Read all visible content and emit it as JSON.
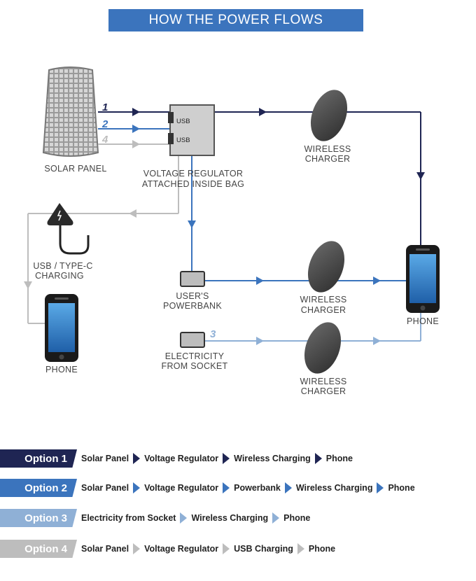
{
  "title": "HOW THE POWER FLOWS",
  "colors": {
    "opt1": "#1f2553",
    "opt2": "#3b74bd",
    "opt3": "#8fb0d6",
    "opt4": "#bdbdbd"
  },
  "labels": {
    "solar_panel": "SOLAR PANEL",
    "regulator_1": "VOLTAGE REGULATOR",
    "regulator_2": "ATTACHED INSIDE BAG",
    "usb_top": "USB",
    "usb_bottom": "USB",
    "wireless_1a": "WIRELESS",
    "wireless_1b": "CHARGER",
    "wireless_2a": "WIRELESS",
    "wireless_2b": "CHARGER",
    "wireless_3a": "WIRELESS",
    "wireless_3b": "CHARGER",
    "usb_charging_1": "USB / TYPE-C",
    "usb_charging_2": "CHARGING",
    "powerbank_1": "USER'S",
    "powerbank_2": "POWERBANK",
    "socket_1": "ELECTRICITY",
    "socket_2": "FROM SOCKET",
    "phone_right": "PHONE",
    "phone_left": "PHONE"
  },
  "path_numbers": {
    "n1": "1",
    "n2": "2",
    "n3": "3",
    "n4": "4"
  },
  "options": [
    {
      "label": "Option 1",
      "steps": [
        "Solar Panel",
        "Voltage Regulator",
        "Wireless Charging",
        "Phone"
      ]
    },
    {
      "label": "Option 2",
      "steps": [
        "Solar Panel",
        "Voltage Regulator",
        "Powerbank",
        "Wireless Charging",
        "Phone"
      ]
    },
    {
      "label": "Option 3",
      "steps": [
        "Electricity from Socket",
        "Wireless Charging",
        "Phone"
      ]
    },
    {
      "label": "Option 4",
      "steps": [
        "Solar Panel",
        "Voltage Regulator",
        "USB Charging",
        "Phone"
      ]
    }
  ]
}
